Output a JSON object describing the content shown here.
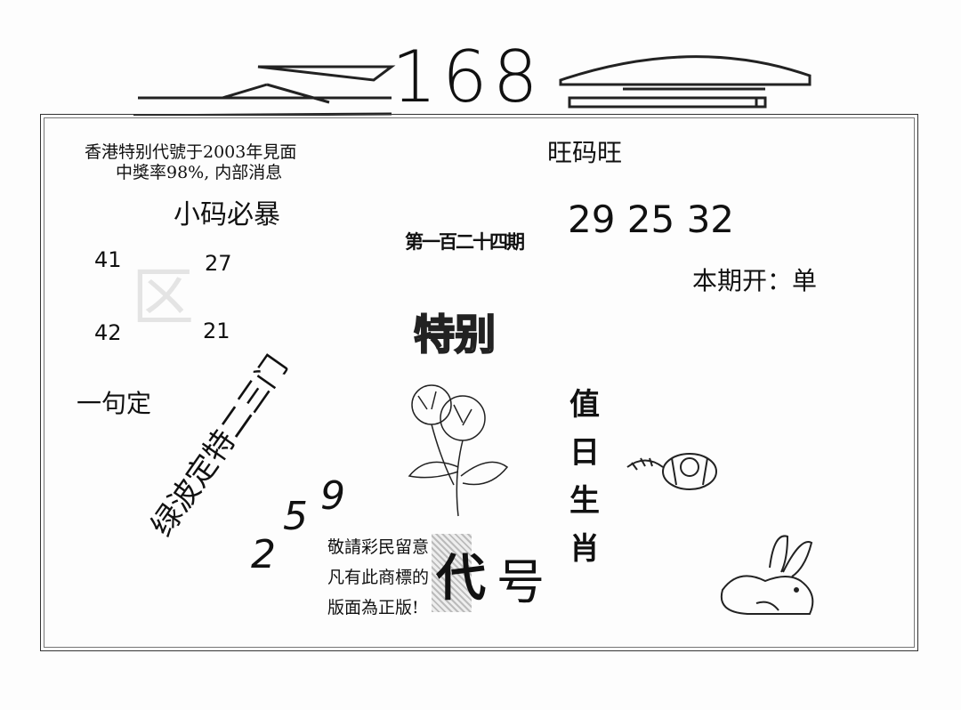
{
  "header": {
    "logo": "168"
  },
  "intro": {
    "line1": "香港特别代號于2003年見面",
    "line2": "中獎率98%, 内部消息"
  },
  "small_code": {
    "title": "小码必暴",
    "numbers": [
      "41",
      "27",
      "42",
      "21"
    ],
    "watermark": "区"
  },
  "one_sentence": "一句定",
  "diagonal": "绿波定特二三门",
  "issue": "第一百二十四期",
  "special": "特别",
  "wang": {
    "title": "旺码旺",
    "numbers": "29 25 32",
    "result": "本期开：单"
  },
  "zodiac": {
    "chars": [
      "值",
      "日",
      "生",
      "肖"
    ]
  },
  "code_digits": [
    "2",
    "5",
    "9"
  ],
  "notice": {
    "lines": [
      "敬請彩民留意",
      "凡有此商標的",
      "版面為正版!"
    ]
  },
  "code_label": {
    "a": "代",
    "b": "号"
  }
}
